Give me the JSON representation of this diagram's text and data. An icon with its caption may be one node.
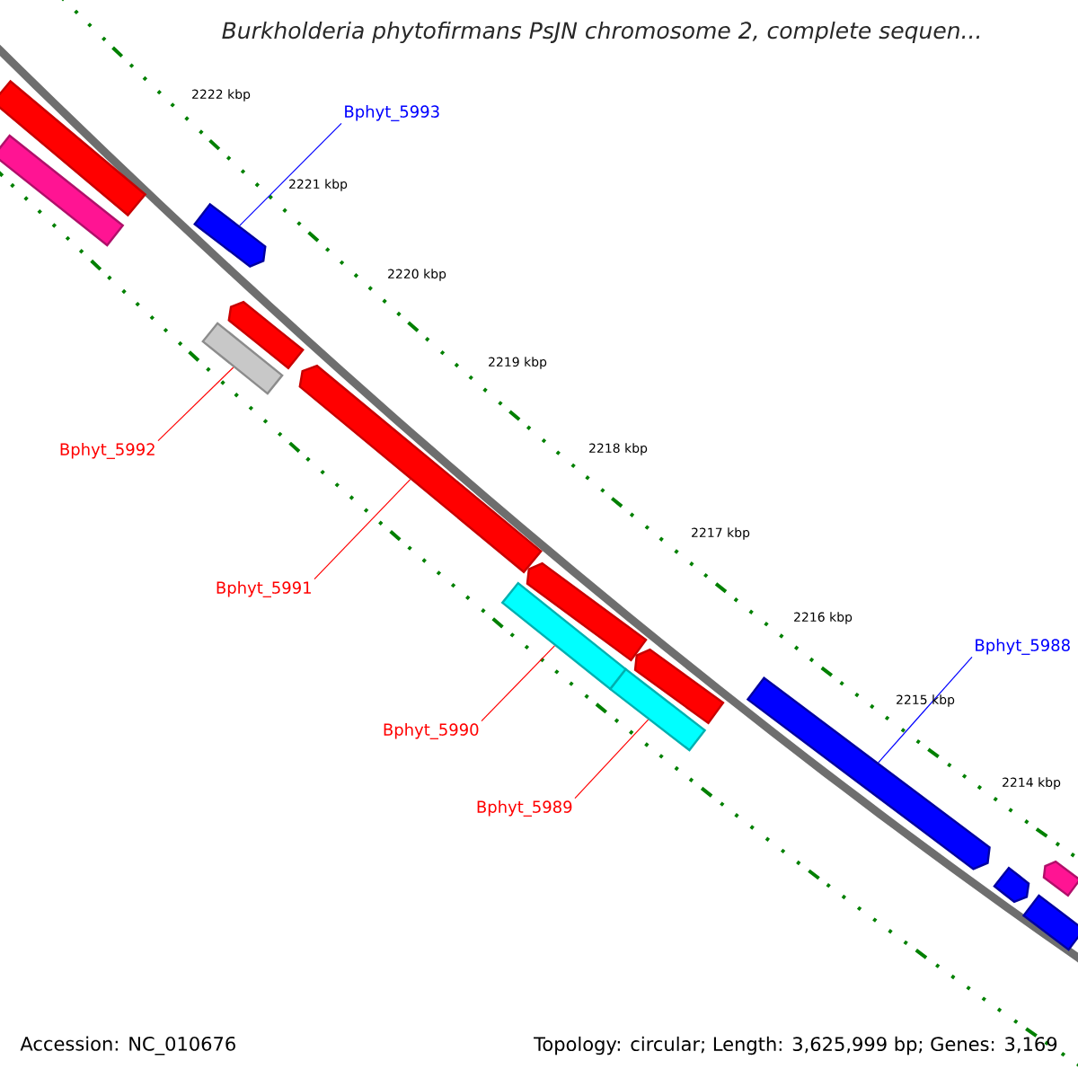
{
  "diagram": {
    "title": "*Burkholderia phytofirmans* PsJN chromosome 2, complete sequen...",
    "nodes": [
      {
        "text": [
          "Bphyt_5993"
        ]
      },
      {
        "text": [
          "Bphyt_5992"
        ]
      },
      {
        "text": [
          "Bphyt_5991"
        ]
      },
      {
        "text": [
          "Bphyt_5988"
        ]
      },
      {
        "text": [
          "Bphyt_5990"
        ]
      },
      {
        "text": [
          "Bphyt_5989"
        ]
      },
      {
        "text": [],
        "shape": "bar"
      },
      {
        "text": [],
        "shape": "bar"
      },
      {
        "text": [],
        "shape": "bar"
      },
      {
        "text": [],
        "shape": "bar"
      },
      {
        "text": [],
        "shape": "bar"
      },
      {
        "text": [],
        "shape": "bar"
      },
      {
        "text": [],
        "shape": "bar"
      },
      {
        "text": [],
        "shape": "bar"
      },
      {
        "text": [],
        "shape": "bar"
      },
      {
        "text": [],
        "shape": "bar"
      },
      {
        "text": [],
        "shape": "bar"
      },
      {
        "text": [],
        "shape": "bar"
      },
      {
        "text": [],
        "shape": "bar"
      },
      {
        "text": [],
        "shape": "bar"
      }
    ],
    "edges": [
      {
        "from": 0,
        "to": 8,
        "arrow": "none",
        "color": "#0000ff"
      },
      {
        "from": 1,
        "to": 10,
        "arrow": "none"
      },
      {
        "from": 2,
        "to": 11,
        "arrow": "none"
      },
      {
        "from": 3,
        "to": 16,
        "arrow": "none",
        "color": "#0000ff"
      },
      {
        "from": 4,
        "to": 13,
        "arrow": "none"
      },
      {
        "from": 5,
        "to": 15,
        "arrow": "none"
      }
    ],
    "labels": [
      "2222 kbp",
      "2221 kbp",
      "2220 kbp",
      "2219 kbp",
      "2218 kbp",
      "2217 kbp",
      "2216 kbp",
      "2215 kbp",
      "2214 kbp",
      "Accession: NC_010676",
      "Topology: circular; Length: 3,625,999 bp; Genes: 3,169"
    ]
  }
}
